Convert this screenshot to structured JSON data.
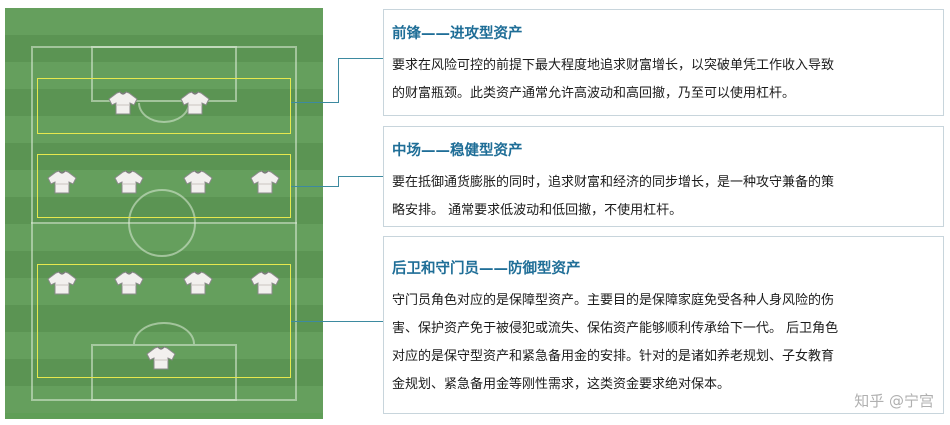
{
  "sections": [
    {
      "title": "前锋——进攻型资产",
      "lines": [
        "要求在风险可控的前提下最大程度地追求财富增长，以突破单凭工作收入导致",
        "的财富瓶颈。此类资产通常允许高波动和高回撤，乃至可以使用杠杆。"
      ]
    },
    {
      "title": "中场——稳健型资产",
      "lines": [
        "要在抵御通货膨胀的同时，追求财富和经济的同步增长，是一种攻守兼备的策",
        "略安排。 通常要求低波动和低回撤，不使用杠杆。"
      ]
    },
    {
      "title": "后卫和守门员——防御型资产",
      "lines": [
        "守门员角色对应的是保障型资产。主要目的是保障家庭免受各种人身风险的伤",
        "害、保护资产免于被侵犯或流失、保佑资产能够顺利传承给下一代。 后卫角色",
        "对应的是保守型资产和紧急备用金的安排。针对的是诸如养老规划、子女教育",
        "金规划、紧急备用金等刚性需求，这类资金要求绝对保本。"
      ]
    }
  ],
  "watermark": "知乎 @宁宫",
  "colors": {
    "title": "#1f6e97",
    "zone_border": "#e6e84e",
    "pitch": "#5f9e57",
    "connector": "#3d8aa0"
  },
  "icons": {
    "player": "jersey-icon"
  }
}
